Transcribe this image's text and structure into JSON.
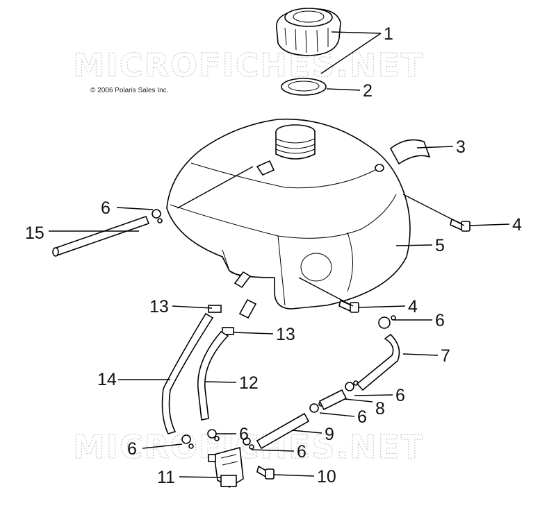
{
  "watermarks": [
    "MICROFICHES.NET",
    "MICROFICHES.NET"
  ],
  "copyright": "© 2006 Polaris Sales Inc.",
  "callouts": [
    "1",
    "2",
    "3",
    "4",
    "15",
    "6",
    "5",
    "13",
    "4",
    "6",
    "13",
    "7",
    "14",
    "12",
    "6",
    "8",
    "6",
    "9",
    "6",
    "6",
    "6",
    "11",
    "10"
  ]
}
